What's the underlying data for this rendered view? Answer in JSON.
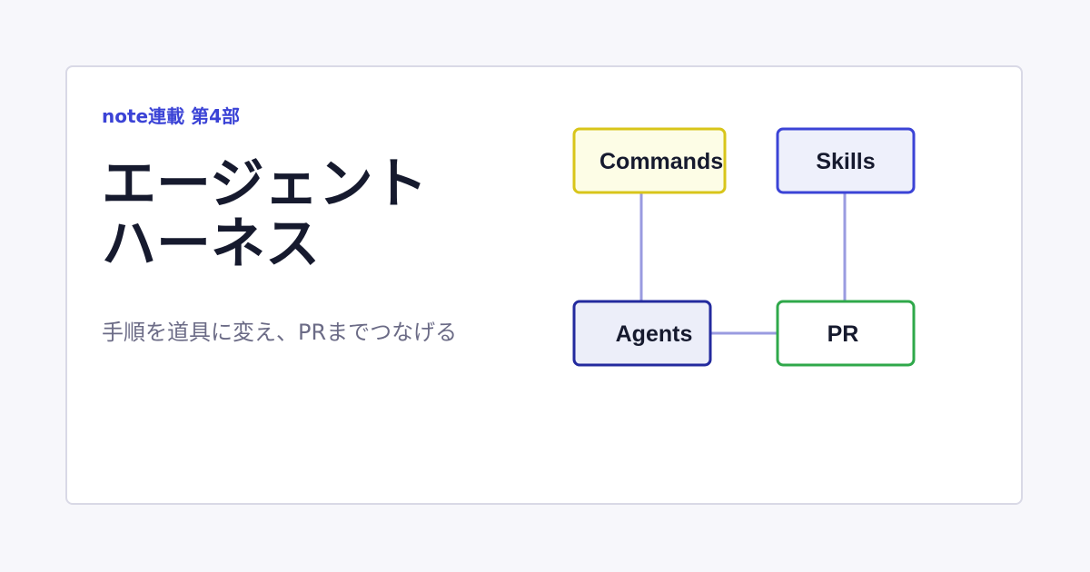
{
  "header": {
    "series_label": "note連載 第4部",
    "title_line1": "エージェント",
    "title_line2": "ハーネス",
    "subtitle": "手順を道具に変え、PRまでつなげる"
  },
  "diagram": {
    "nodes": [
      {
        "id": "commands",
        "label": "Commands"
      },
      {
        "id": "skills",
        "label": "Skills"
      },
      {
        "id": "agents",
        "label": "Agents"
      },
      {
        "id": "pr",
        "label": "PR"
      }
    ],
    "edges": [
      {
        "from": "commands",
        "to": "agents"
      },
      {
        "from": "skills",
        "to": "pr"
      },
      {
        "from": "agents",
        "to": "pr"
      }
    ]
  },
  "colors": {
    "accent": "#3b43d6",
    "title": "#161a2e",
    "subtitle": "#6b6b86",
    "commands_border": "#d8c51a",
    "commands_fill": "#fdfde6",
    "skills_border": "#3b43d6",
    "skills_fill": "#eef0fb",
    "agents_border": "#232a9e",
    "agents_fill": "#eceef9",
    "pr_border": "#2fa84a",
    "pr_fill": "#ffffff",
    "edge": "#9a9be0"
  }
}
